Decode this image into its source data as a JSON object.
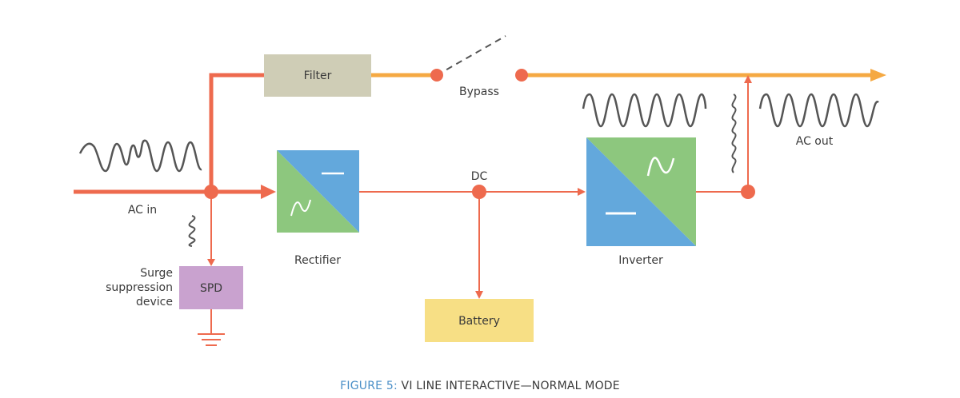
{
  "labels": {
    "filter": "Filter",
    "bypass": "Bypass",
    "ac_in": "AC in",
    "dc": "DC",
    "ac_out": "AC out",
    "rectifier": "Rectifier",
    "inverter": "Inverter",
    "spd": "SPD",
    "surge_line1": "Surge",
    "surge_line2": "suppression",
    "surge_line3": "device",
    "battery": "Battery"
  },
  "caption": {
    "figure": "FIGURE 5:",
    "title": "VI LINE INTERACTIVE—NORMAL MODE"
  },
  "colors": {
    "line_red": "#ee6a4e",
    "line_orange": "#f5a943",
    "filter_box": "#cfcdb6",
    "spd_box": "#c9a2cf",
    "battery_box": "#f7df85",
    "blue": "#63a8dc",
    "green": "#8dc77e",
    "caption_blue": "#4a8fc7",
    "wave": "#555555"
  }
}
